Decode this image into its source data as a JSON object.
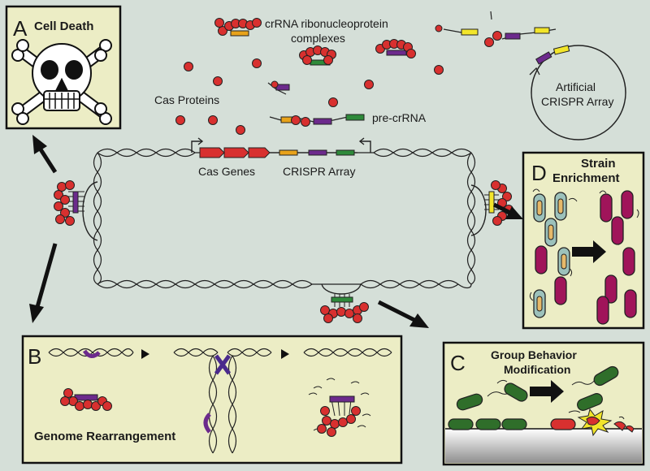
{
  "panels": {
    "a": {
      "letter": "A",
      "title": "Cell Death"
    },
    "b": {
      "letter": "B",
      "title": "Genome Rearrangement"
    },
    "c": {
      "letter": "C",
      "title_line1": "Group Behavior",
      "title_line2": "Modification"
    },
    "d": {
      "letter": "D",
      "title_line1": "Strain",
      "title_line2": "Enrichment"
    }
  },
  "labels": {
    "crrna_line1": "crRNA ribonucleoprotein",
    "crrna_line2": "complexes",
    "cas_proteins": "Cas Proteins",
    "pre_crrna": "pre-crRNA",
    "cas_genes": "Cas Genes",
    "crispr_array": "CRISPR Array",
    "artificial_line1": "Artificial",
    "artificial_line2": "CRISPR Array"
  },
  "colors": {
    "background": "#d5dfd8",
    "panel_fill": "#ecedc5",
    "cas_red": "#d8302f",
    "spacer_orange": "#e8a21a",
    "spacer_purple": "#6c2a8c",
    "spacer_green": "#2e8a3a",
    "spacer_yellow": "#f2e52a",
    "bacteria_green": "#2f6e2a",
    "bacteria_magenta": "#a0145a",
    "bacteria_teal": "#9cc1bb"
  }
}
